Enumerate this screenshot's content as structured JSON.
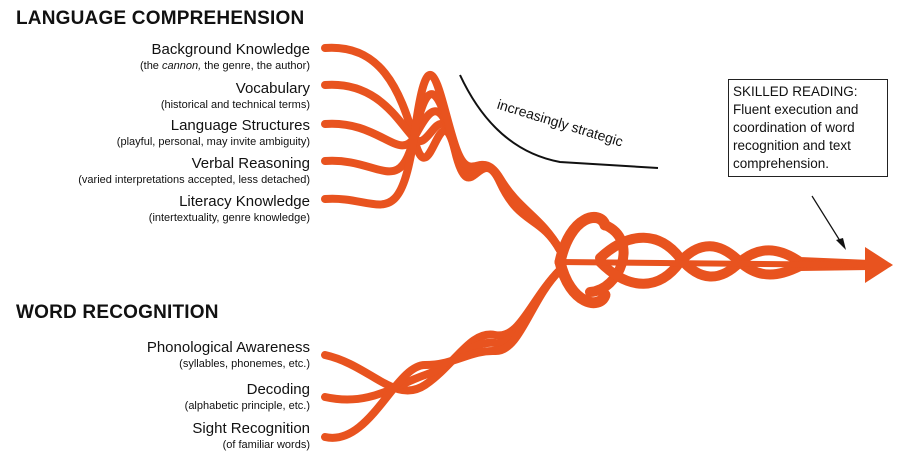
{
  "language_comprehension": {
    "heading": "LANGUAGE COMPREHENSION",
    "strands": [
      {
        "label": "Background Knowledge",
        "detail_pre": "(the ",
        "detail_em": "cannon,",
        "detail_post": " the genre, the author)"
      },
      {
        "label": "Vocabulary",
        "detail": "(historical and technical terms)"
      },
      {
        "label": "Language Structures",
        "detail": "(playful, personal, may invite ambiguity)"
      },
      {
        "label": "Verbal Reasoning",
        "detail": "(varied interpretations accepted, less detached)"
      },
      {
        "label": "Literacy Knowledge",
        "detail": "(intertextuality, genre knowledge)"
      }
    ]
  },
  "word_recognition": {
    "heading": "WORD RECOGNITION",
    "strands": [
      {
        "label": "Phonological Awareness",
        "detail": "(syllables, phonemes, etc.)"
      },
      {
        "label": "Decoding",
        "detail": "(alphabetic principle, etc.)"
      },
      {
        "label": "Sight Recognition",
        "detail": "(of familiar words)"
      }
    ]
  },
  "strategic_label": "increasingly strategic",
  "skilled_reading": {
    "lines": [
      "SKILLED READING:",
      "Fluent execution and",
      "coordination of word",
      "recognition and text",
      "comprehension."
    ]
  },
  "colors": {
    "rope": "#e8531f",
    "text": "#111111"
  }
}
